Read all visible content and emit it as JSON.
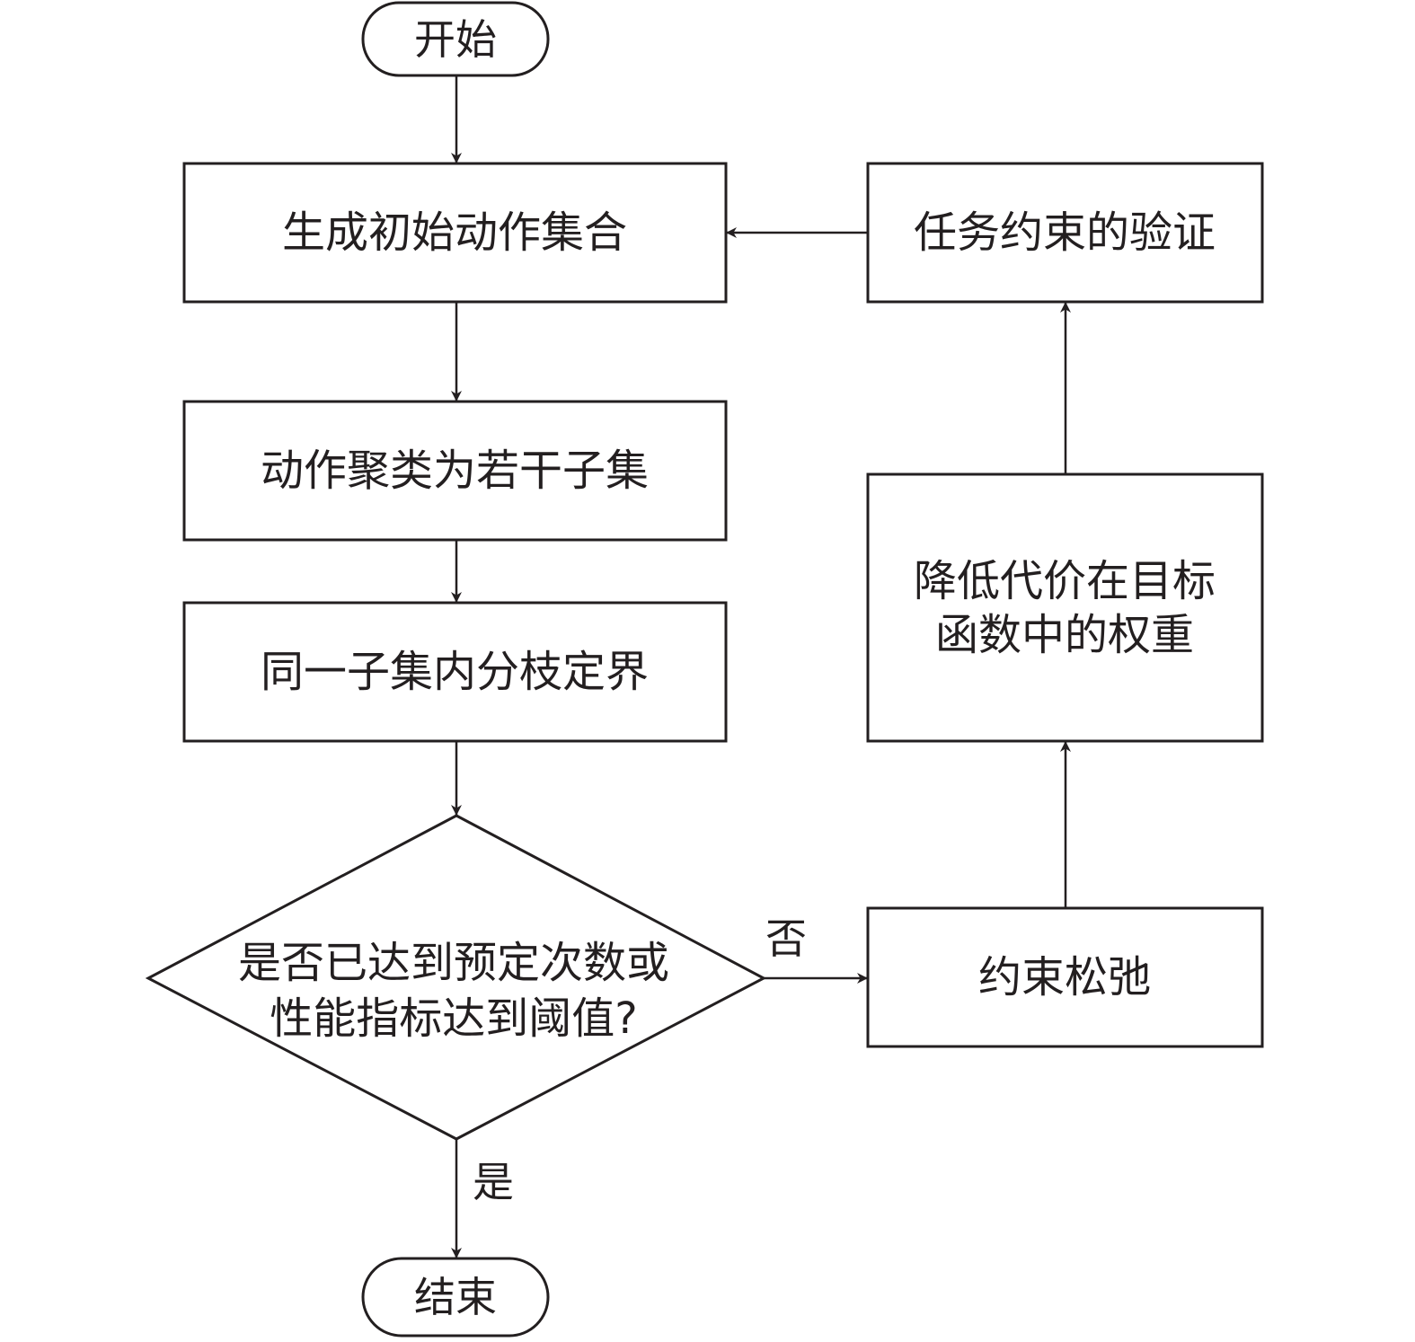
{
  "colors": {
    "stroke": "#231f20",
    "text": "#231f20",
    "background": "#ffffff"
  },
  "nodes": {
    "start": "开始",
    "generate": "生成初始动作集合",
    "cluster": "动作聚类为若干子集",
    "branch_bound": "同一子集内分枝定界",
    "decision": [
      "是否已达到预定次数或",
      "性能指标达到阈值?"
    ],
    "end": "结束",
    "relax": "约束松弛",
    "reduce_weight": [
      "降低代价在目标",
      "函数中的权重"
    ],
    "verify": "任务约束的验证"
  },
  "edges": {
    "no_label": "否",
    "yes_label": "是"
  }
}
